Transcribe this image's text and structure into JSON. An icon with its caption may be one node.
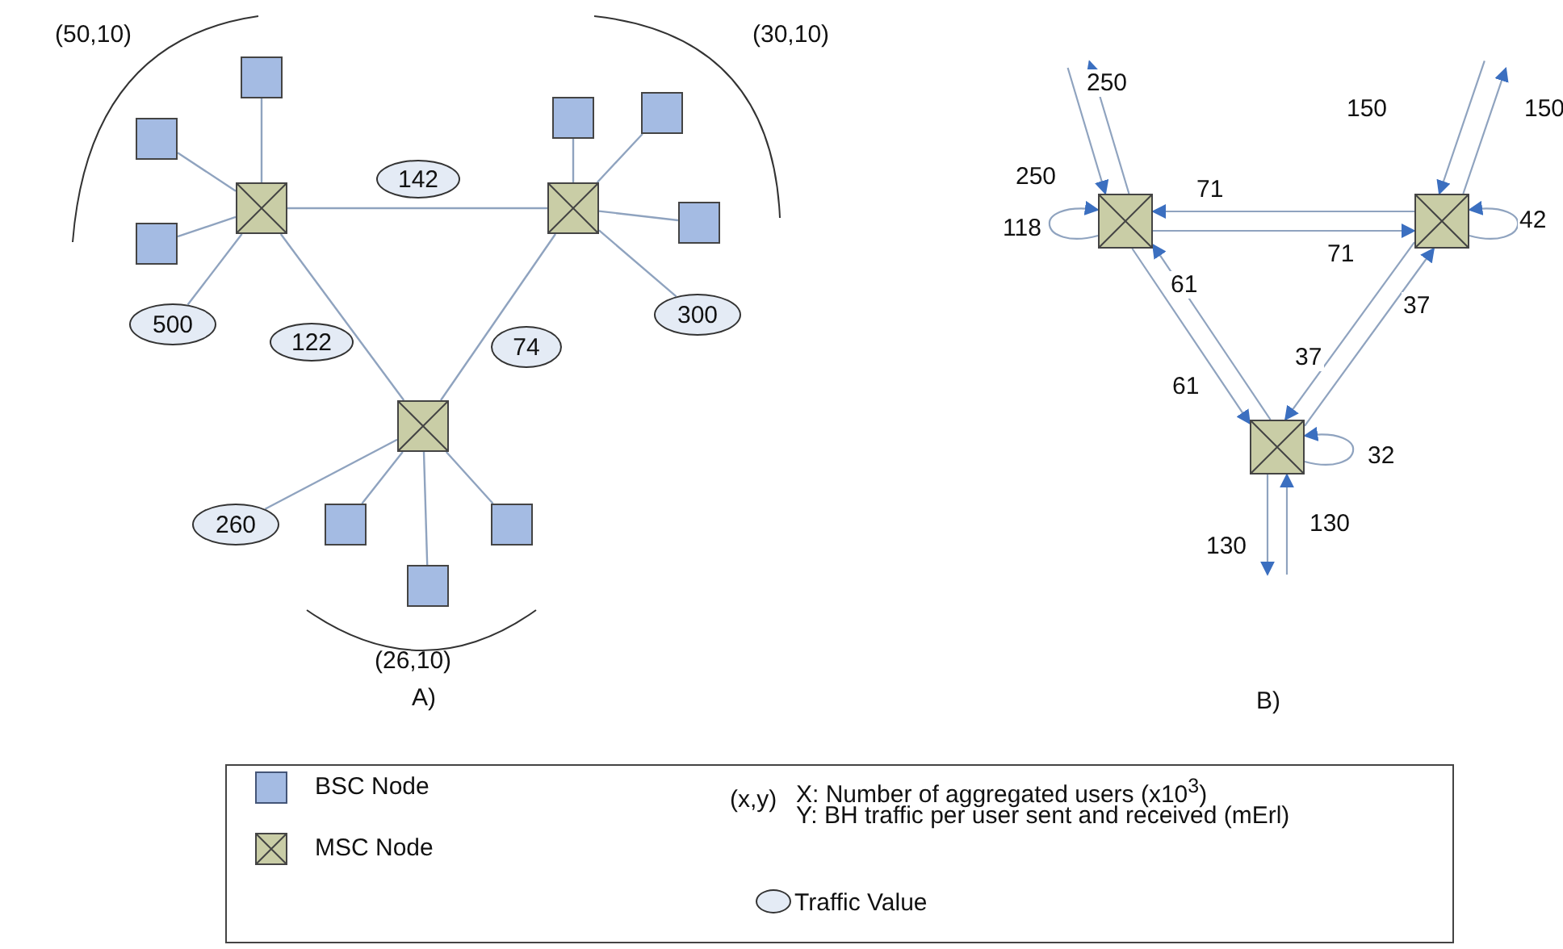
{
  "diagram": {
    "nodes": [
      {
        "text": [],
        "shape": "box"
      },
      {
        "text": [],
        "shape": "box"
      },
      {
        "text": [],
        "shape": "box"
      },
      {
        "text": [],
        "shape": "box"
      },
      {
        "text": [],
        "shape": "box"
      },
      {
        "text": [],
        "shape": "box"
      },
      {
        "text": [],
        "shape": "box"
      },
      {
        "text": [],
        "shape": "box"
      },
      {
        "text": [],
        "shape": "box"
      },
      {
        "text": [],
        "shape": "box"
      },
      {
        "text": [],
        "shape": "box"
      },
      {
        "text": [],
        "shape": "box"
      },
      {
        "text": [
          "142"
        ]
      },
      {
        "text": [
          "500"
        ]
      },
      {
        "text": [
          "122"
        ]
      },
      {
        "text": [
          "74"
        ]
      },
      {
        "text": [
          "300"
        ]
      },
      {
        "text": [
          "260"
        ]
      },
      {
        "text": [],
        "shape": "box"
      },
      {
        "text": [],
        "shape": "box"
      },
      {
        "text": [],
        "shape": "box"
      }
    ],
    "edges": [
      {
        "from": 0,
        "to": 1,
        "arrow": "none"
      },
      {
        "from": 0,
        "to": 2,
        "arrow": "none"
      },
      {
        "from": 0,
        "to": 3,
        "arrow": "none"
      },
      {
        "from": 4,
        "to": 5,
        "arrow": "none"
      },
      {
        "from": 4,
        "to": 6,
        "arrow": "none"
      },
      {
        "from": 4,
        "to": 7,
        "arrow": "none"
      },
      {
        "from": 8,
        "to": 9,
        "arrow": "none"
      },
      {
        "from": 8,
        "to": 10,
        "arrow": "none"
      },
      {
        "from": 8,
        "to": 11,
        "arrow": "none"
      },
      {
        "from": 0,
        "to": 4,
        "arrow": "none"
      },
      {
        "from": 0,
        "to": 8,
        "arrow": "none"
      },
      {
        "from": 4,
        "to": 8,
        "arrow": "none"
      },
      {
        "from": 13,
        "to": 0,
        "arrow": "none"
      },
      {
        "from": 16,
        "to": 4,
        "arrow": "none"
      },
      {
        "from": 17,
        "to": 8,
        "arrow": "none"
      },
      {
        "from": 18,
        "to": null,
        "arrow": "to",
        "label": "250"
      },
      {
        "from": null,
        "to": 18,
        "arrow": "to",
        "label": "250"
      },
      {
        "from": 18,
        "to": 18,
        "arrow": "to",
        "label": "118"
      },
      {
        "from": 19,
        "to": 18,
        "arrow": "to",
        "label": "71"
      },
      {
        "from": 18,
        "to": 19,
        "arrow": "to",
        "label": "71"
      },
      {
        "from": 20,
        "to": 18,
        "arrow": "to",
        "label": "61"
      },
      {
        "from": 18,
        "to": 20,
        "arrow": "to",
        "label": "61"
      },
      {
        "from": null,
        "to": 19,
        "arrow": "to",
        "label": "150"
      },
      {
        "from": 19,
        "to": null,
        "arrow": "to",
        "label": "150"
      },
      {
        "from": 19,
        "to": 19,
        "arrow": "to",
        "label": "42"
      },
      {
        "from": 19,
        "to": 20,
        "arrow": "to",
        "label": "37"
      },
      {
        "from": 20,
        "to": 19,
        "arrow": "to",
        "label": "37"
      },
      {
        "from": 20,
        "to": 20,
        "arrow": "to",
        "label": "32"
      },
      {
        "from": 20,
        "to": null,
        "arrow": "to",
        "label": "130"
      },
      {
        "from": null,
        "to": 20,
        "arrow": "to",
        "label": "130"
      }
    ],
    "labels": [
      "(50,10)",
      "(30,10)",
      "(26,10)",
      "A)",
      "B)",
      "(x,y)",
      "X: Number of aggregated users (x10$^{3}$)",
      "Y: BH traffic per user sent and received (mErl)"
    ],
    "legend": [
      {
        "text": "BSC Node",
        "color": "#a4bbe3"
      },
      {
        "text": "MSC Node"
      },
      {
        "text": "Traffic Value"
      }
    ]
  }
}
